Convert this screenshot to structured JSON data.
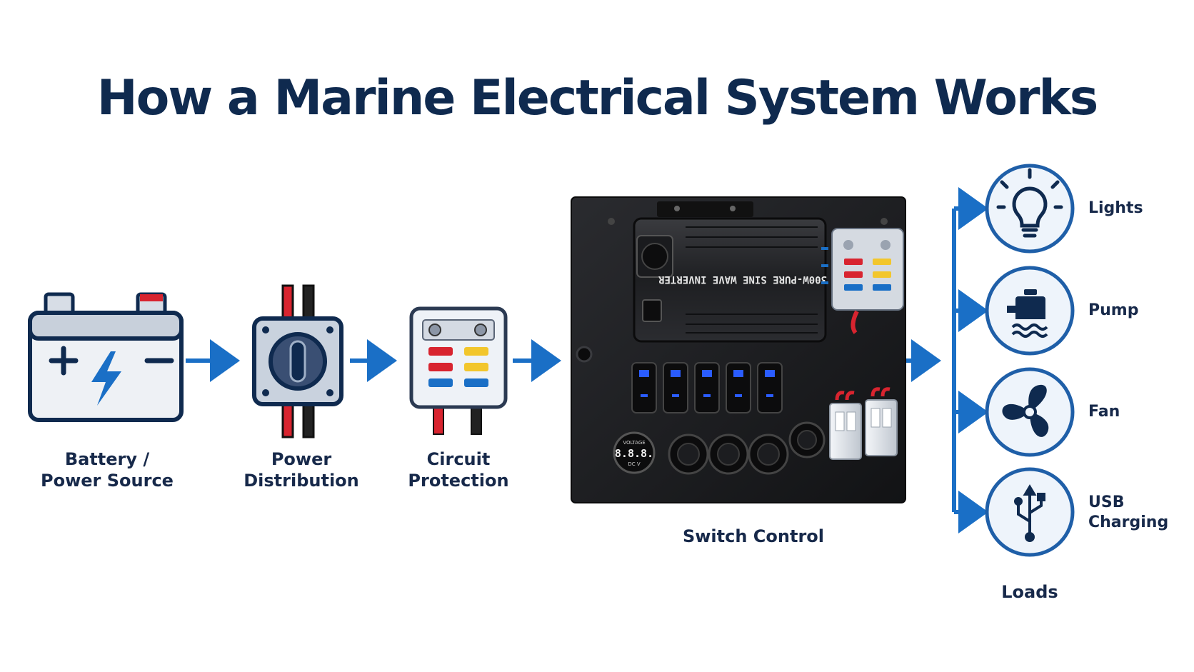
{
  "title": "How a Marine Electrical System Works",
  "stages": {
    "battery": {
      "line1": "Battery /",
      "line2": "Power Source"
    },
    "distribution": {
      "line1": "Power",
      "line2": "Distribution"
    },
    "protection": {
      "line1": "Circuit",
      "line2": "Protection"
    },
    "switch": {
      "label": "Switch Control"
    }
  },
  "panel": {
    "inverter_text": "300W-PURE SINE WAVE INVERTER",
    "voltmeter_title": "VOLTAGE",
    "voltmeter_reading": "8.8.8.",
    "voltmeter_unit": "DC V"
  },
  "loads": {
    "heading": "Loads",
    "items": [
      {
        "line1": "Lights",
        "line2": "",
        "icon": "light-bulb-icon"
      },
      {
        "line1": "Pump",
        "line2": "",
        "icon": "pump-icon"
      },
      {
        "line1": "Fan",
        "line2": "",
        "icon": "fan-icon"
      },
      {
        "line1": "USB",
        "line2": "Charging",
        "icon": "usb-icon"
      }
    ]
  },
  "colors": {
    "navy": "#0f2a4f",
    "arrow_blue": "#1a6fc6",
    "circle_border": "#1f5fa8",
    "circle_fill": "#eef4fb",
    "panel_black": "#1c1d20"
  }
}
